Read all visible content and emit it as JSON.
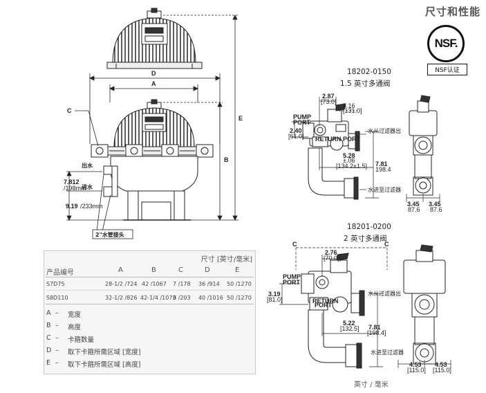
{
  "page_title": "尺寸和性能",
  "nsf": {
    "logo_text": "NSF.",
    "caption": "NSF认证"
  },
  "valve_1": {
    "part_number": "18202-0150",
    "subtitle": "1.5 英寸多通阀"
  },
  "valve_2": {
    "part_number": "18201-0200",
    "subtitle": "2 英寸多通阀"
  },
  "filter_labels": {
    "D": "D",
    "A": "A",
    "C": "C",
    "E": "E",
    "B": "B",
    "outlet": "出水",
    "inlet": "进水",
    "outlet_height": "7.812",
    "outlet_height_mm": "/198mm",
    "inlet_height": "9.19",
    "inlet_height_mm": "/233mm",
    "connector": "2\"水管接头"
  },
  "valve_1_dims": {
    "pump_port": "PUMP\nPORT",
    "pump_port_l1": "PUMP",
    "pump_port_l2": "PORT",
    "d287": "2.87",
    "d287mm": "[73.0]",
    "d516": "5.16",
    "d516mm": "[131.0]",
    "d240": "2.40",
    "d240mm": "[61.0]",
    "return_port": "RETURN PORT",
    "d528": "5.28",
    "d528tol": "±.06",
    "d528mm": "[134.2±1.5]",
    "d781": "7.81",
    "d781mm": "198.4",
    "d345a": "3.45",
    "d345amm": "87.6",
    "d345b": "3.45",
    "d345bmm": "87.6",
    "from_filter": "水从过滤器出",
    "to_filter": "水进至过滤器"
  },
  "valve_2_dims": {
    "pump_port_l1": "PUMP",
    "pump_port_l2": "PORT",
    "d276": "2.76",
    "d276mm": "[70.0]",
    "d319": "3.19",
    "d319mm": "[81.0]",
    "return_l1": "RETURN",
    "return_l2": "PORT",
    "d522": "5.22",
    "d522mm": "[132.5]",
    "d781": "7.81",
    "d781mm": "[198.4]",
    "d453a": "4.53",
    "d453amm": "[115.0]",
    "d453b": "4.53",
    "d453bmm": "[115.0]",
    "from_filter": "水从过滤器出",
    "to_filter": "水进至过滤器",
    "c_left": "C",
    "c_right": "C"
  },
  "table": {
    "units": "尺寸 [英寸/毫米]",
    "headers": [
      "产品编号",
      "A",
      "B",
      "C",
      "D",
      "E"
    ],
    "rows": [
      [
        "S7D75",
        "28-1/2 /724",
        "42 /1067",
        "7 /178",
        "36 /914",
        "50 /1270"
      ],
      [
        "S8D110",
        "32-1/2 /826",
        "42-1/4 /1073",
        "8 /203",
        "40 /1016",
        "50 /1270"
      ]
    ],
    "legend": [
      {
        "key": "A",
        "text": "宽度"
      },
      {
        "key": "B",
        "text": "高度"
      },
      {
        "key": "C",
        "text": "卡箍数量"
      },
      {
        "key": "D",
        "text": "取下卡箍所需区域 [宽度]"
      },
      {
        "key": "E",
        "text": "取下卡箍所需区域 [高度]"
      }
    ]
  },
  "units_footer": "英寸 / 毫米"
}
